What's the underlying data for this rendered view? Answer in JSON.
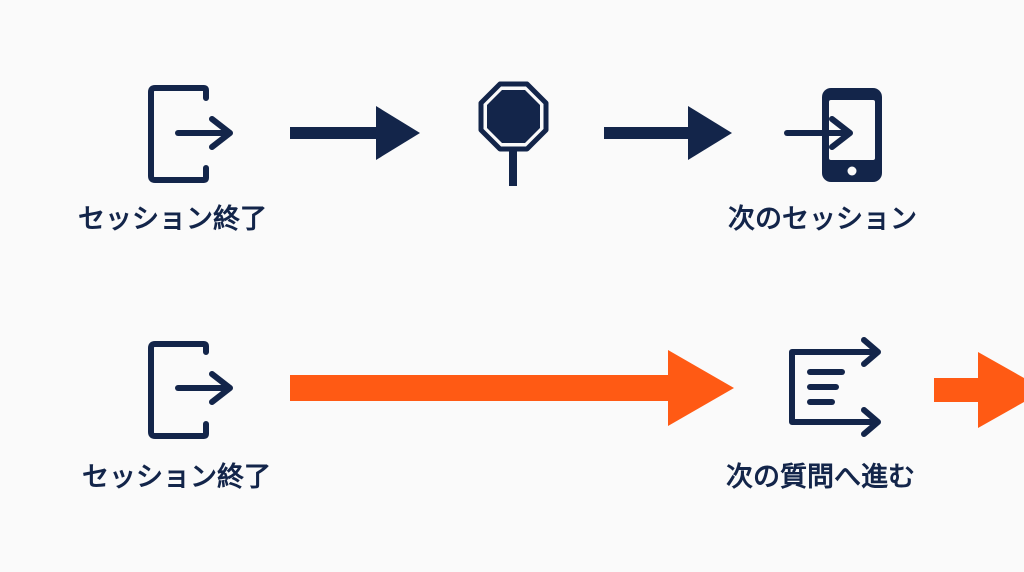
{
  "colors": {
    "background": "#fafafa",
    "navy": "#13254a",
    "orange": "#ff5a14"
  },
  "rows": [
    {
      "flow_color": "navy",
      "steps": [
        {
          "icon": "exit-door-icon",
          "label": "セッション終了"
        },
        {
          "icon": "stop-sign-icon",
          "label": ""
        },
        {
          "icon": "phone-enter-icon",
          "label": "次のセッション"
        }
      ]
    },
    {
      "flow_color": "orange",
      "steps": [
        {
          "icon": "exit-door-icon",
          "label": "セッション終了"
        },
        {
          "icon": "list-forward-icon",
          "label": "次の質問へ進む"
        }
      ]
    }
  ]
}
